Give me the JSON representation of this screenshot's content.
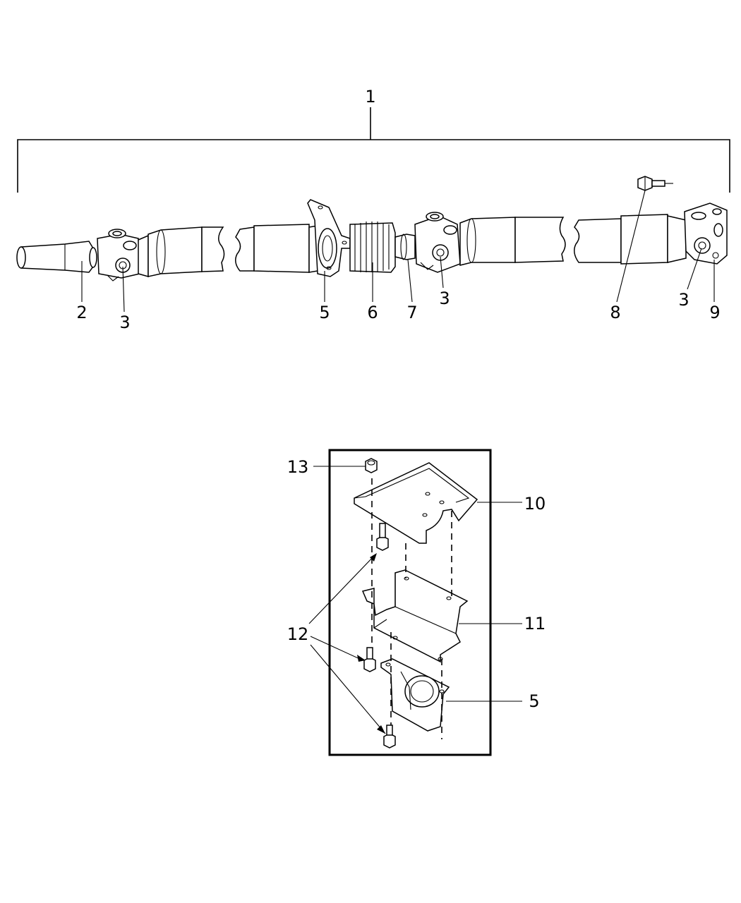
{
  "callouts": {
    "c1": "1",
    "c2": "2",
    "c3a": "3",
    "c3b": "3",
    "c3c": "3",
    "c5": "5",
    "c6": "6",
    "c7": "7",
    "c8": "8",
    "c9": "9",
    "c10": "10",
    "c11": "11",
    "c12": "12",
    "c13": "13",
    "c5b": "5"
  }
}
